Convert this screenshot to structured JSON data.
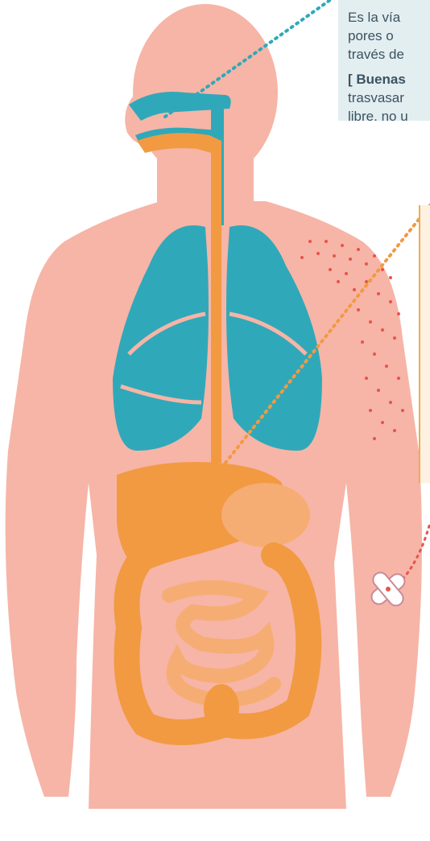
{
  "info_box": {
    "lines": [
      "Es la vía",
      "pores o",
      "través de"
    ],
    "bold_line": "[ Buenas",
    "lines2": [
      "trasvasar",
      "libre, no u"
    ]
  },
  "colors": {
    "skin": "#f6b5a7",
    "respiratory": "#2fa9b9",
    "digestive": "#f29a42",
    "digestive_light": "#f5ad73",
    "dots_red": "#e8534a",
    "info_bg": "#e3eef1"
  },
  "icons": [
    "bandage-icon"
  ]
}
